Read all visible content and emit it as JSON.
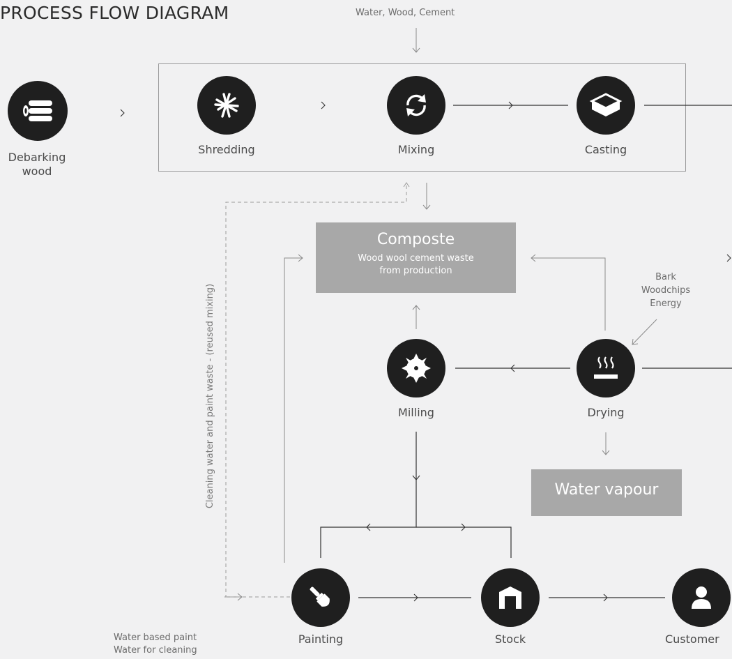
{
  "title": "PROCESS FLOW DIAGRAM",
  "inputs": {
    "top": "Water, Wood, Cement",
    "bark": [
      "Bark",
      "Woodchips",
      "Energy"
    ],
    "paint": [
      "Water based paint",
      "Water for cleaning"
    ]
  },
  "nodes": {
    "debarking": "Debarking wood",
    "shredding": "Shredding",
    "mixing": "Mixing",
    "casting": "Casting",
    "milling": "Milling",
    "drying": "Drying",
    "painting": "Painting",
    "stock": "Stock",
    "customer": "Customer"
  },
  "outputs": {
    "composte_title": "Composte",
    "composte_sub": [
      "Wood wool cement waste",
      "from production"
    ],
    "water_vapour": "Water vapour"
  },
  "side_label": "Cleaning water and paint waste - (reused mixing)",
  "icons": {
    "debarking": "logs-icon",
    "shredding": "shredder-icon",
    "mixing": "recycle-arrows-icon",
    "casting": "mould-box-icon",
    "milling": "saw-blade-icon",
    "drying": "heat-waves-icon",
    "painting": "paintbrush-icon",
    "stock": "warehouse-icon",
    "customer": "person-icon"
  },
  "colors": {
    "background": "#f1f1f2",
    "node": "#1f1f1f",
    "box": "#a8a8a8",
    "line": "#333333"
  }
}
